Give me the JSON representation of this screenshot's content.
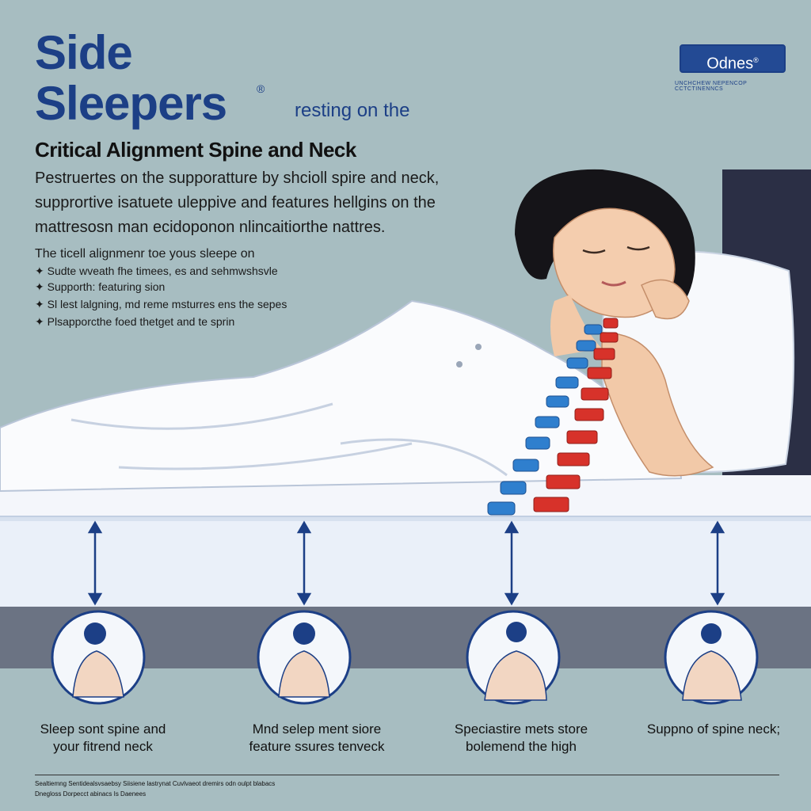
{
  "header": {
    "title_line1": "Side",
    "title_line2": "Sleepers",
    "registered_mark": "®",
    "tagline": "resting on the",
    "subheading": "Critical Alignment Spine and Neck"
  },
  "logo": {
    "name": "Odnes",
    "mark": "®",
    "subtitle": "UNCHCHEW NEPENCOP CCTCTINENNCS"
  },
  "intro_lines": [
    "Pestruertes on the supporatture by shcioll spire and neck,",
    "supprortive isatuete uleppive and features hellgins on the",
    "mattresosn man ecidoponon nlincaitiorthe nattres."
  ],
  "bullets_heading": "The ticell  alignmenr toe yous sleepe on",
  "bullets": [
    "Sudte wveath fhe timees, es and sehmwshsvle",
    "Supporth: featuring sion",
    "Sl lest lalgning, md reme msturres ens the sepes",
    "Plsapporcthe foed thetget and te sprin"
  ],
  "captions": [
    [
      "Sleep sont spine and",
      "your fitrend neck"
    ],
    [
      "Mnd selep ment siore",
      "feature ssures tenveck"
    ],
    [
      "Speciastire mets store",
      "bolemend the high"
    ],
    [
      "Suppno of spine neck;",
      ""
    ]
  ],
  "footer_lines": [
    "Sealtiemng Sentidealsvsaebsy Siisiene lastrynat Cuvlvaeot dremirs odn oulpt blabacs",
    "Dnegloss Dorpecct abinacs Is Daenees"
  ],
  "colors": {
    "background": "#a7bdc1",
    "brand_blue": "#1c3f86",
    "spine_blue": "#2f7fce",
    "spine_red": "#d7322a",
    "mattress": "#e9eef7",
    "base_band": "#6b7383"
  }
}
